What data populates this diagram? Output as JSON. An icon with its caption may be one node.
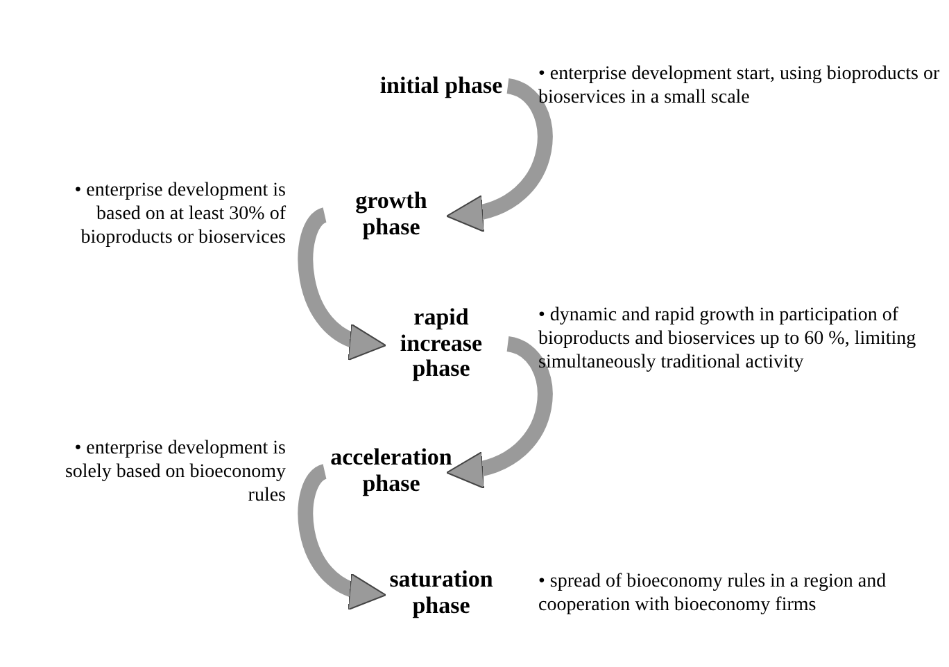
{
  "diagram": {
    "nodes": [
      {
        "text": [
          "initial phase"
        ],
        "beside": [
          "• enterprise development start, using bioproducts or bioservices in a small scale"
        ]
      },
      {
        "text": [
          "growth phase"
        ],
        "beside": [
          "• enterprise development is based on at least 30% of bioproducts or bioservices"
        ]
      },
      {
        "text": [
          "rapid increase phase"
        ],
        "beside": [
          "• dynamic and rapid growth in participation of bioproducts and bioservices up to 60 %, limiting simultaneously traditional activity"
        ]
      },
      {
        "text": [
          "acceleration phase"
        ],
        "beside": [
          "• enterprise development is solely based on bioeconomy rules"
        ]
      },
      {
        "text": [
          "saturation phase"
        ],
        "beside": [
          "• spread of bioeconomy rules in a region and cooperation with bioeconomy firms"
        ]
      }
    ],
    "edges": [
      {
        "from": 0,
        "to": 1,
        "arrow": "to"
      },
      {
        "from": 1,
        "to": 2,
        "arrow": "to"
      },
      {
        "from": 2,
        "to": 3,
        "arrow": "to"
      },
      {
        "from": 3,
        "to": 4,
        "arrow": "to"
      }
    ]
  }
}
